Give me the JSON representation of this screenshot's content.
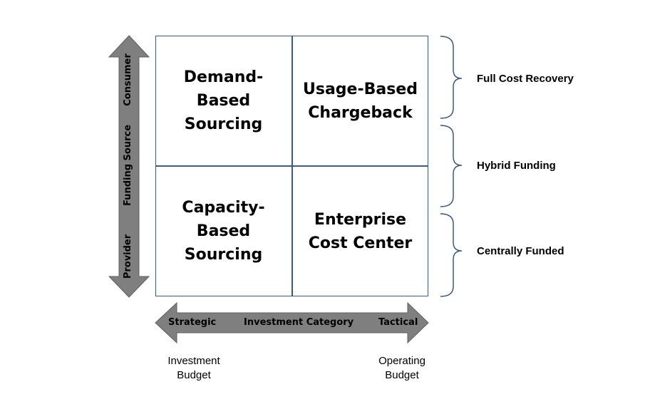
{
  "quadrants": {
    "top_left": "Demand-\nBased\nSourcing",
    "top_right": "Usage-Based\nChargeback",
    "bottom_left": "Capacity-\nBased\nSourcing",
    "bottom_right": "Enterprise\nCost Center"
  },
  "vertical_axis": {
    "top_label": "Consumer",
    "middle_label": "Funding Source",
    "bottom_label": "Provider"
  },
  "horizontal_axis": {
    "left_label": "Strategic",
    "middle_label": "Investment Category",
    "right_label": "Tactical"
  },
  "brackets": [
    "Full Cost Recovery",
    "Hybrid Funding",
    "Centrally Funded"
  ],
  "footer": {
    "left": "Investment\nBudget",
    "right": "Operating\nBudget"
  },
  "colors": {
    "arrow_fill": "#7f7f7f",
    "grid_line": "#3d5a80",
    "bracket": "#3d5a80"
  }
}
